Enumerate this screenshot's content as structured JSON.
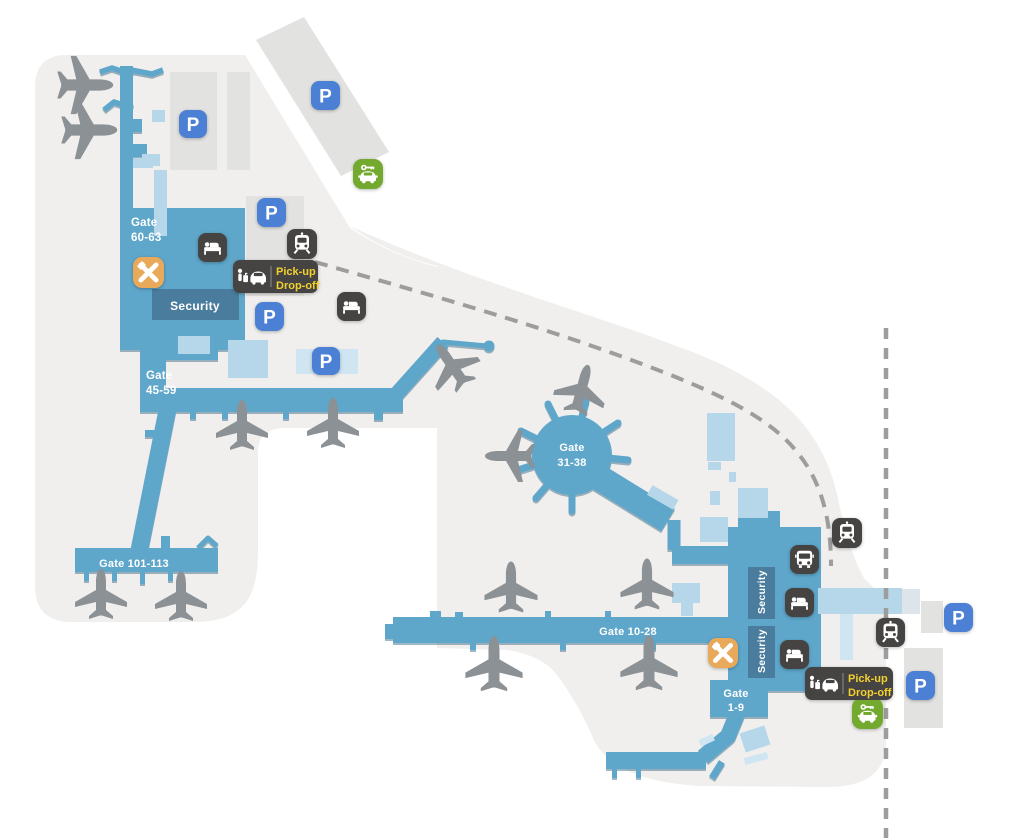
{
  "labels": {
    "gate_60_63": [
      "Gate",
      "60-63"
    ],
    "gate_45_59": [
      "Gate",
      "45-59"
    ],
    "gate_101_113": "Gate 101-113",
    "gate_31_38": [
      "Gate",
      "31-38"
    ],
    "gate_10_28": "Gate 10-28",
    "gate_1_9": [
      "Gate",
      "1-9"
    ],
    "security": "Security",
    "parking_letter": "P",
    "pickup_dropoff": [
      "Pick-up",
      "Drop-off"
    ]
  },
  "icons": {
    "parking": "P-letter-badge",
    "train": "train-front-glyph",
    "bus": "bus-front-glyph",
    "hotel": "bed-glyph",
    "restaurant": "crossed-fork-knife-glyph",
    "car_rental": "car-with-key-glyph",
    "pickup_dropoff": "person-luggage-taxi-glyph",
    "airplane": "airplane-silhouette"
  },
  "colors": {
    "terminal_blue": "#5ea6ca",
    "terminal_dark_blue": "#4a7c9d",
    "terminal_light_blue": "#b5d7e9",
    "terminal_lighter_blue": "#cfe5f1",
    "ground": "#f0efed",
    "building_gray": "#e2e2e1",
    "parking_badge_blue": "#4b80d5",
    "transit_badge_dark": "#454443",
    "restaurant_badge_orange": "#e9a95a",
    "car_rental_badge_green": "#74a92f",
    "pickup_text_yellow": "#f2d12e",
    "road_dash_gray": "#9d9d9d",
    "airplane_gray": "#8b9195"
  }
}
